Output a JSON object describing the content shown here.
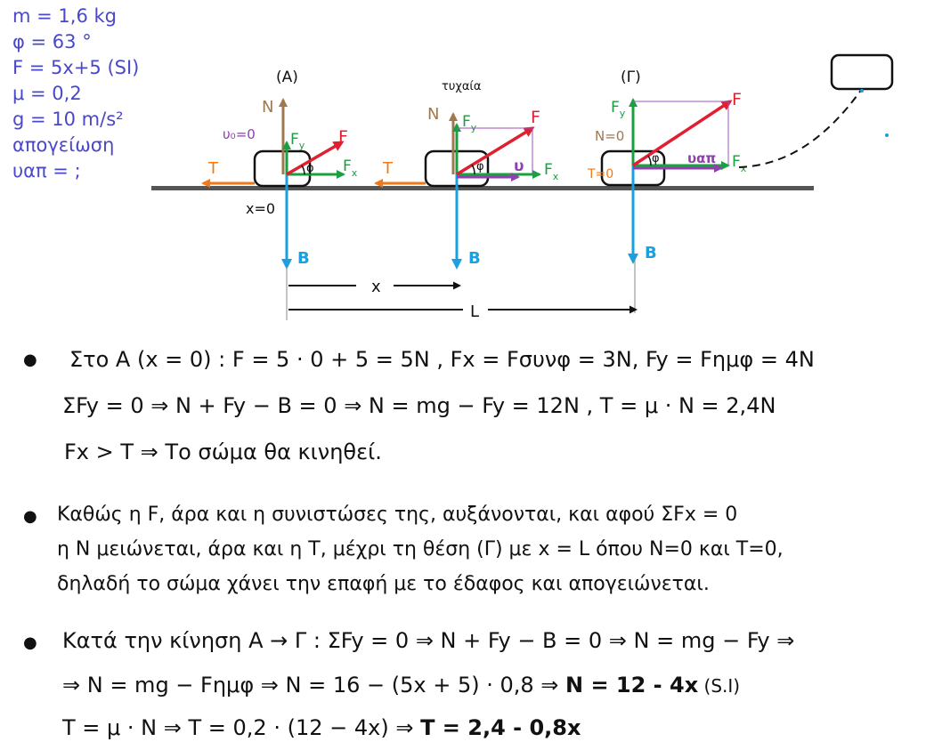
{
  "given": [
    "m = 1,6 kg",
    "φ = 63 °",
    "F = 5x+5 (SI)",
    "μ = 0,2",
    "g = 10 m/s²",
    "απογείωση",
    "υαπ = ;"
  ],
  "diagram": {
    "pos_a": "(A)",
    "pos_mid": "τυχαία",
    "pos_g": "(Γ)",
    "N": "N",
    "B": "B",
    "F": "F",
    "Fx": "F",
    "Fy": "F",
    "x_sub": "x",
    "y_sub": "y",
    "T": "T",
    "phi": "φ",
    "u0": "υ₀=0",
    "u": "υ",
    "uap": "υαπ",
    "x0": "x=0",
    "N0": "N=0",
    "T0": "T=0",
    "dist_x": "x",
    "dist_L": "L"
  },
  "lines": {
    "b1_l1": "Στο Α (x = 0) :  F = 5 · 0 + 5 = 5N ,  Fx = Fσυνφ = 3N,  Fy = Fημφ = 4N",
    "b1_l2": "ΣFy = 0 ⇒ N + Fy − B = 0 ⇒ N = mg − Fy = 12N , T = μ · N = 2,4N",
    "b1_l3": "Fx > T ⇒ Το σώμα θα κινηθεί.",
    "b2_l1": "Καθώς η F, άρα και η συνιστώσες της, αυξάνονται, και αφού ΣFx = 0",
    "b2_l2": "η Ν μειώνεται, άρα και η Τ, μέχρι τη θέση (Γ) με x = L όπου N=0 και T=0,",
    "b2_l3": "δηλαδή το σώμα χάνει την επαφή με το έδαφος και απογειώνεται.",
    "b3_l1": "Κατά την κίνηση Α → Γ : ΣFy = 0 ⇒ N + Fy − B = 0 ⇒ N = mg − Fy ⇒",
    "b3_l2a": "⇒ N = mg − Fημφ ⇒ N = 16 − (5x + 5) · 0,8 ⇒ ",
    "b3_l2b": "N = 12 - 4x",
    "b3_l2c": "  (S.I)",
    "b3_l3a": "T = μ · N ⇒ T = 0,2 · (12 − 4x) ⇒ ",
    "b3_l3b": "T = 2,4 - 0,8x"
  },
  "colors": {
    "given_text": "#4a48c8",
    "normal": "#a07850",
    "weight": "#1aa0e0",
    "force": "#e02030",
    "component": "#1aa040",
    "friction": "#f07818",
    "velocity": "#9040b0"
  }
}
